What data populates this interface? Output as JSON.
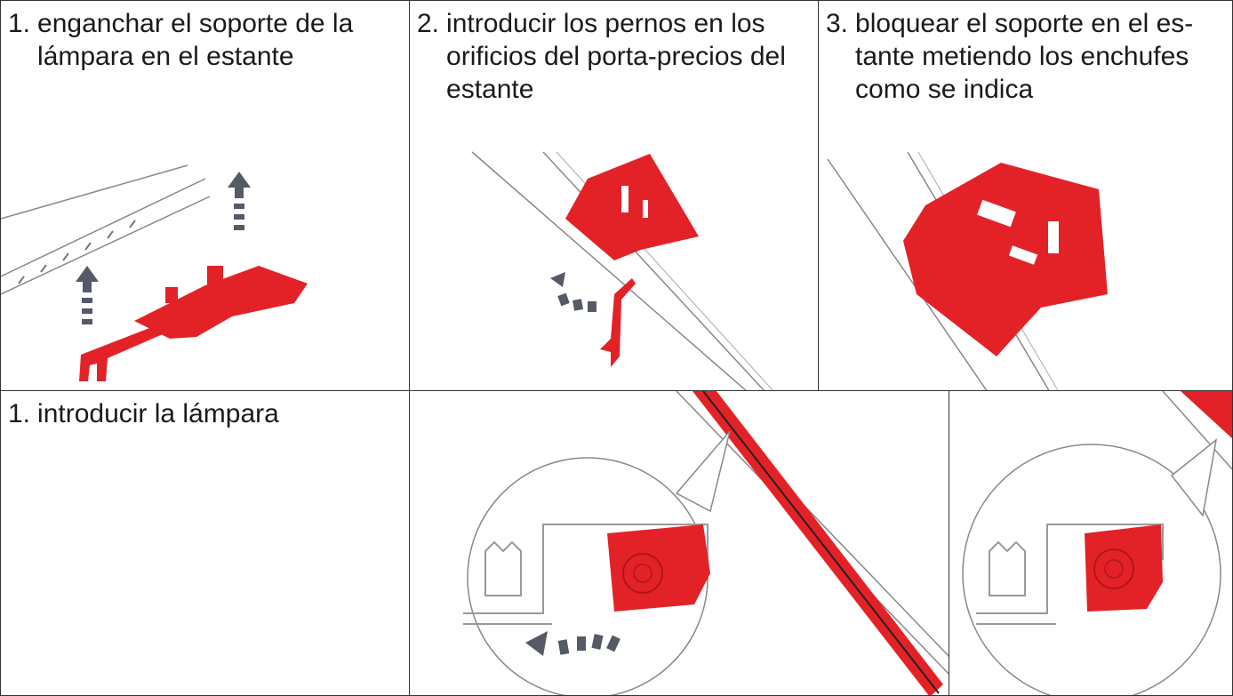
{
  "colors": {
    "accent_red": "#e32228",
    "border": "#333333",
    "line_gray": "#8a8a8a",
    "arrow_gray": "#5a5a6a"
  },
  "top_row": [
    {
      "num": "1.",
      "text": "enganchar el soporte de la lámpara en el estante"
    },
    {
      "num": "2.",
      "text": "introducir los pernos en los orificios del porta-precios del estante"
    },
    {
      "num": "3.",
      "text": "bloquear el soporte en el es-tante metiendo los enchufes como se indica"
    }
  ],
  "bottom_row": [
    {
      "num": "1.",
      "text": "introducir la lámpara"
    }
  ],
  "icons": [
    "upward-arrow-icon",
    "curved-arrow-icon",
    "zoom-circle-icon"
  ]
}
